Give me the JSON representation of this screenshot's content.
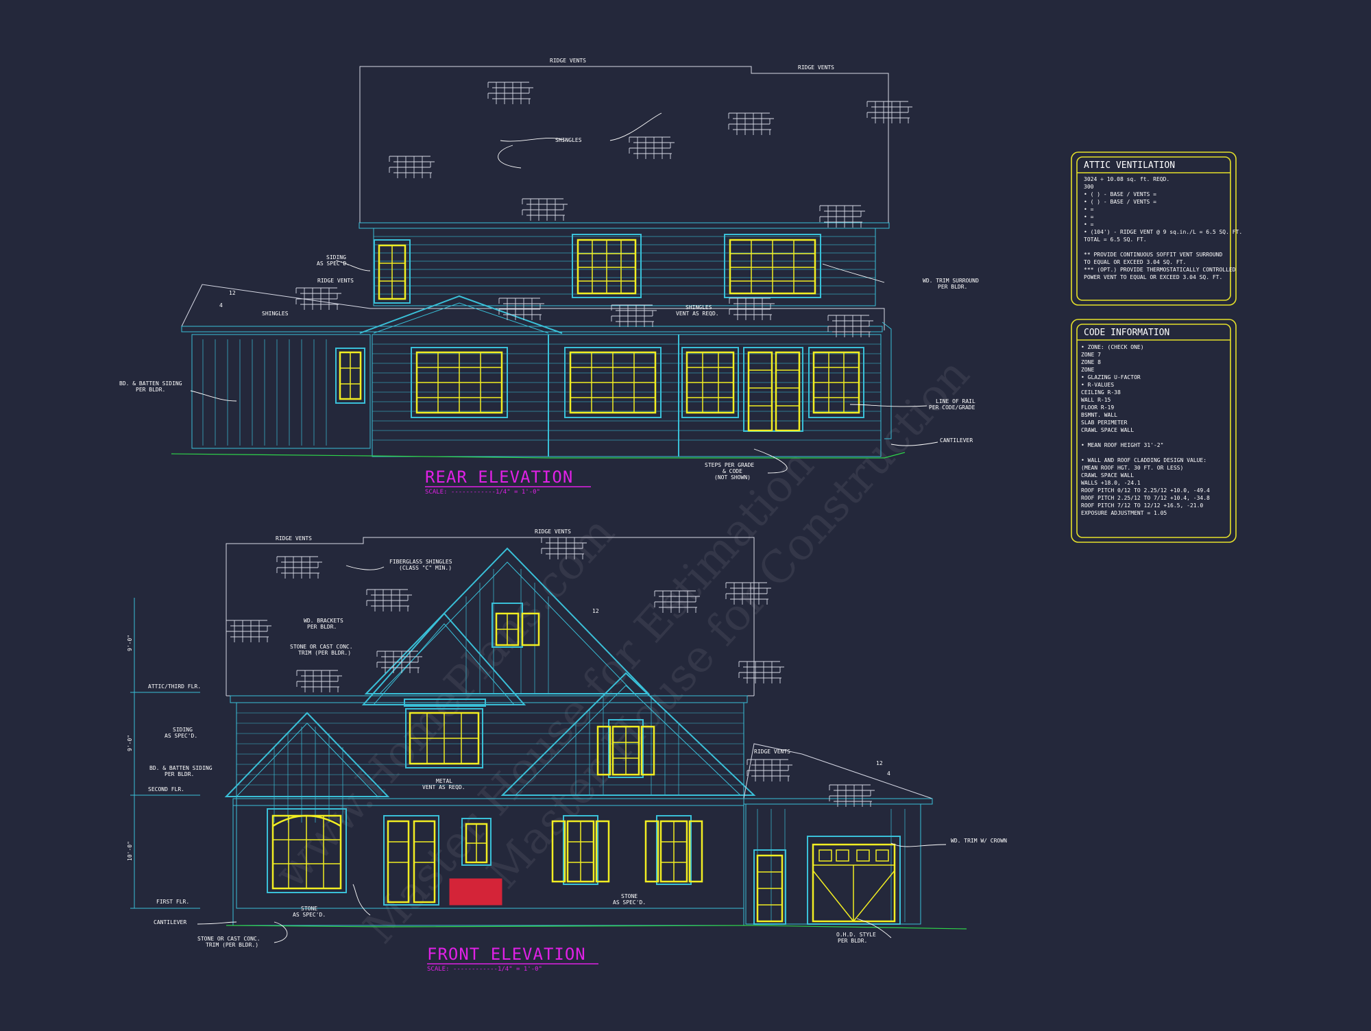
{
  "rear_elevation": {
    "title": "REAR ELEVATION",
    "scale": "SCALE: ------------1/4\" = 1'-0\"",
    "labels": {
      "ridge_vents_1": "RIDGE VENTS",
      "ridge_vents_2": "RIDGE VENTS",
      "shingles": "SHINGLES",
      "siding_1": "SIDING",
      "siding_2": "AS SPEC'D.",
      "ridge_vents_3": "RIDGE VENTS",
      "shingles_2": "SHINGLES",
      "bd_batten_1": "BD. & BATTEN SIDING",
      "bd_batten_2": "PER BLDR.",
      "shingles_vent_1": "SHINGLES",
      "shingles_vent_2": "VENT AS REQD.",
      "wd_trim_1": "WD. TRIM SURROUND",
      "wd_trim_2": "PER BLDR.",
      "line_rail_1": "LINE OF RAIL",
      "line_rail_2": "PER CODE/GRADE",
      "cantilever": "CANTILEVER",
      "steps_1": "STEPS PER GRADE",
      "steps_2": "& CODE",
      "steps_3": "(NOT SHOWN)",
      "pitch_a": "12",
      "pitch_b": "4"
    }
  },
  "front_elevation": {
    "title": "FRONT ELEVATION",
    "scale": "SCALE: ------------1/4\" = 1'-0\"",
    "labels": {
      "ridge_vents_1": "RIDGE VENTS",
      "ridge_vents_2": "RIDGE VENTS",
      "fiberglass_1": "FIBERGLASS SHINGLES",
      "fiberglass_2": "(CLASS \"C\" MIN.)",
      "wd_brackets_1": "WD. BRACKETS",
      "wd_brackets_2": "PER BLDR.",
      "stone_trim_1": "STONE OR CAST CONC.",
      "stone_trim_2": "TRIM (PER BLDR.)",
      "attic_flr": "ATTIC/THIRD FLR.",
      "siding_1": "SIDING",
      "siding_2": "AS SPEC'D.",
      "bd_batten_1": "BD. & BATTEN SIDING",
      "bd_batten_2": "PER BLDR.",
      "second_flr": "SECOND FLR.",
      "first_flr": "FIRST FLR.",
      "cantilever": "CANTILEVER",
      "stone_1": "STONE",
      "stone_2": "AS SPEC'D.",
      "stone_trim_b1": "STONE OR CAST CONC.",
      "stone_trim_b2": "TRIM (PER BLDR.)",
      "metal_1": "METAL",
      "metal_2": "VENT AS REQD.",
      "stone_b1": "STONE",
      "stone_b2": "AS SPEC'D.",
      "ridge_vents_3": "RIDGE VENTS",
      "wd_trim_crown": "WD. TRIM W/ CROWN",
      "ohd_1": "O.H.D. STYLE",
      "ohd_2": "PER BLDR.",
      "dim_1": "9'-0\"",
      "dim_2": "9'-0\"",
      "dim_3": "10'-0\"",
      "pitch_a": "12",
      "pitch_b": "12",
      "pitch_c": "4"
    }
  },
  "attic_ventilation": {
    "title": "ATTIC VENTILATION",
    "lines": [
      "3024 ÷ 10.08 sq. ft. REQD.",
      "300",
      "• (    ) -        BASE    /    VENTS   =",
      "• (    ) -        BASE    /    VENTS   =",
      "•                                      =",
      "•                                      =",
      "•                                      =",
      "• (104') - RIDGE VENT @ 9 sq.in./L = 6.5 SQ. FT.",
      "                       TOTAL    = 6.5 SQ. FT.",
      "",
      "** PROVIDE CONTINUOUS SOFFIT VENT SURROUND",
      "   TO EQUAL OR EXCEED  3.04 SQ. FT.",
      "*** (OPT.) PROVIDE THERMOSTATICALLY CONTROLLED",
      "   POWER VENT TO EQUAL OR EXCEED 3.04 SQ. FT."
    ]
  },
  "code_information": {
    "title": "CODE INFORMATION",
    "lines": [
      "• ZONE: (CHECK ONE)",
      "     ZONE 7",
      "     ZONE 8",
      "     ZONE",
      "• GLAZING U-FACTOR",
      "• R-VALUES",
      "     CEILING              R-38",
      "     WALL                 R-15",
      "     FLOOR                R-19",
      "     BSMNT. WALL",
      "     SLAB PERIMETER",
      "     CRAWL SPACE WALL",
      "",
      "• MEAN ROOF HEIGHT   31'-2\"",
      "",
      "• WALL AND ROOF CLADDING DESIGN VALUE:",
      "  (MEAN ROOF HGT. 30 FT. OR LESS)",
      "     CRAWL SPACE WALL",
      "     WALLS                     +18.0, -24.1",
      "     ROOF PITCH 0/12 TO 2.25/12  +10.0, -49.4",
      "     ROOF PITCH 2.25/12 TO 7/12  +10.4, -34.8",
      "     ROOF PITCH 7/12 TO 12/12    +16.5, -21.0",
      "     EXPOSURE ADJUSTMENT          = 1.05"
    ]
  },
  "watermark": {
    "line_1": "www.HomePlans.com",
    "line_2": "Master House for Estimation",
    "line_3": "Master House for Construction"
  },
  "colors": {
    "background": "#24283b",
    "wall_line": "#3ac0d8",
    "window": "#f2ee22",
    "annotation": "#e021e6",
    "grade": "#2fd54a"
  }
}
